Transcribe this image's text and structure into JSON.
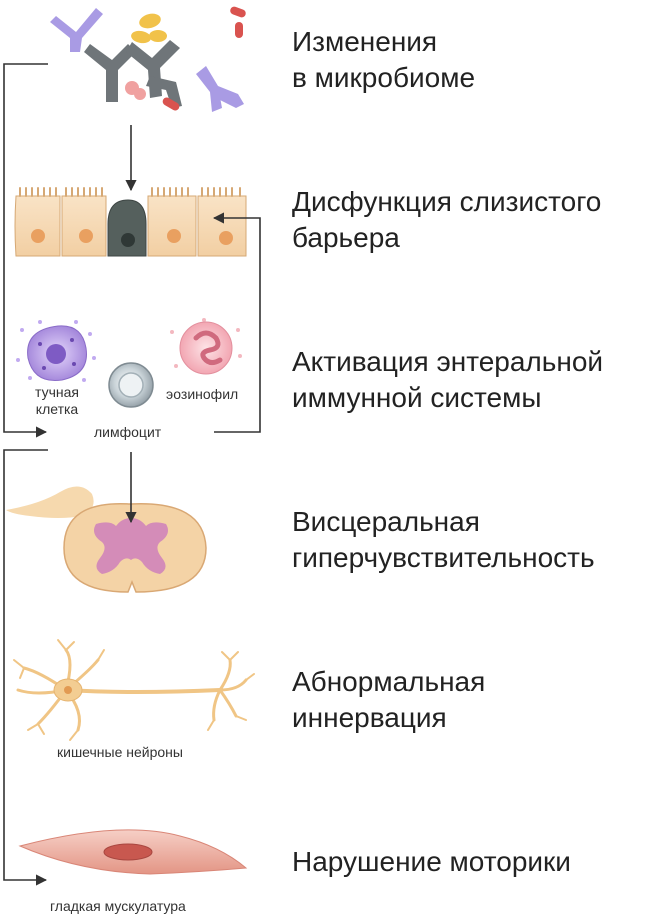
{
  "stages": [
    {
      "line1": "Изменения",
      "line2": "в микробиоме"
    },
    {
      "line1": "Дисфункция слизистого",
      "line2": "барьера"
    },
    {
      "line1": "Активация энтеральной",
      "line2": "иммунной системы"
    },
    {
      "line1": "Висцеральная",
      "line2": "гиперчувствительность"
    },
    {
      "line1": "Абнормальная",
      "line2": "иннервация"
    },
    {
      "line1": "Нарушение моторики",
      "line2": ""
    }
  ],
  "labels": {
    "mast_cell_line1": "тучная",
    "mast_cell_line2": "клетка",
    "eosinophil": "эозинофил",
    "lymphocyte": "лимфоцит",
    "enteric_neurons": "кишечные нейроны",
    "smooth_muscle": "гладкая мускулатура"
  },
  "colors": {
    "text": "#222222",
    "arrow": "#333333",
    "epithelium": "#f6d6b0",
    "goblet_cell": "#55605d",
    "mast_cell": "#a98be0",
    "eosinophil": "#f2aab4",
    "spinal_white": "#f4d3a6",
    "spinal_gray": "#d48cb8",
    "neuron": "#f3cd92",
    "muscle": "#e9a196"
  }
}
